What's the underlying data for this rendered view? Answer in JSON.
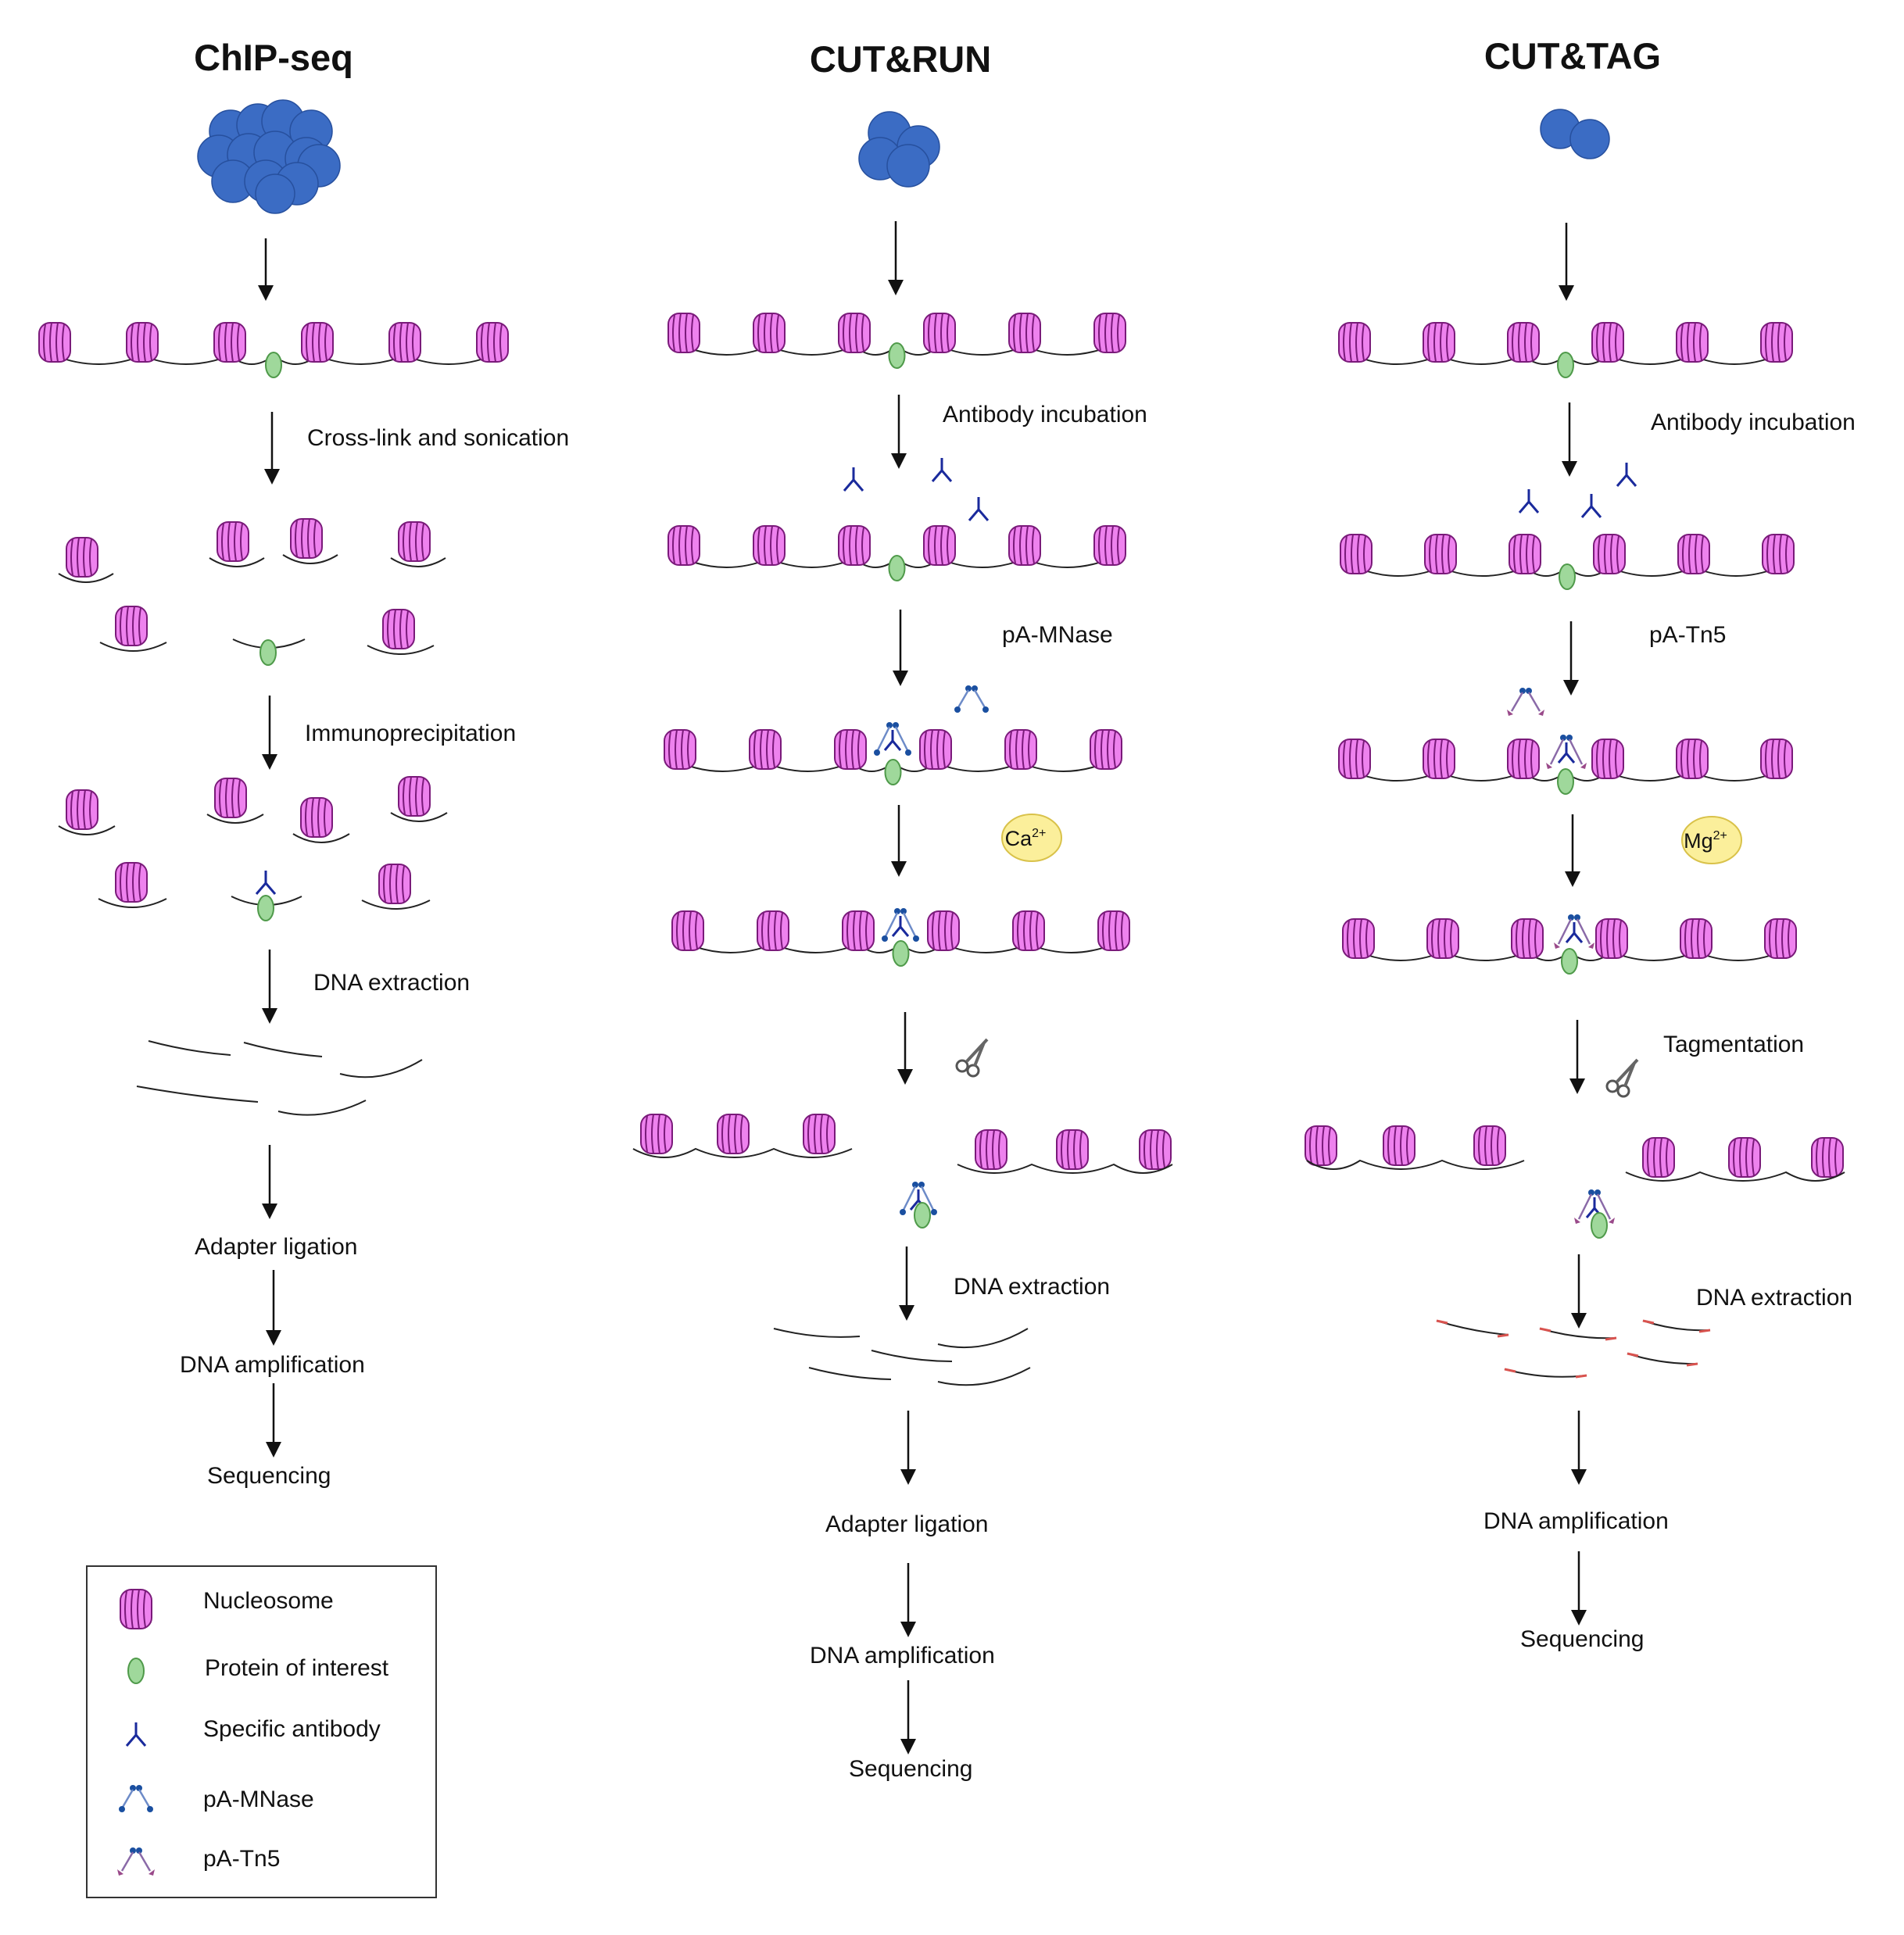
{
  "titles": {
    "chip": "ChIP-seq",
    "cutrun": "CUT&RUN",
    "cuttag": "CUT&TAG"
  },
  "chip_steps": {
    "crosslink": "Cross-link and sonication",
    "ip": "Immunoprecipitation",
    "extraction": "DNA extraction",
    "adapter": "Adapter ligation",
    "amplification": "DNA amplification",
    "sequencing": "Sequencing"
  },
  "cutrun_steps": {
    "antibody": "Antibody incubation",
    "enzyme": "pA-MNase",
    "extraction": "DNA extraction",
    "adapter": "Adapter ligation",
    "amplification": "DNA amplification",
    "sequencing": "Sequencing"
  },
  "cuttag_steps": {
    "antibody": "Antibody incubation",
    "enzyme": "pA-Tn5",
    "tagmentation": "Tagmentation",
    "extraction": "DNA extraction",
    "amplification": "DNA amplification",
    "sequencing": "Sequencing"
  },
  "ions": {
    "calcium": {
      "symbol": "Ca",
      "charge": "2+"
    },
    "magnesium": {
      "symbol": "Mg",
      "charge": "2+"
    }
  },
  "legend": {
    "nucleosome": "Nucleosome",
    "protein": "Protein of interest",
    "antibody": "Specific antibody",
    "pa_mnase": "pA-MNase",
    "pa_tn5": "pA-Tn5"
  },
  "colors": {
    "nucleosome_fill": "#ee82ee",
    "nucleosome_stroke": "#7a1a7a",
    "protein_fill": "#9fd89b",
    "protein_stroke": "#4f9a4a",
    "antibody": "#1a2a9c",
    "chromatin_cell": "#3b6cc4",
    "ion_fill": "#fbef9b",
    "tn5_end": "#9a4a8a",
    "tagged_dna": "#d9534f"
  }
}
